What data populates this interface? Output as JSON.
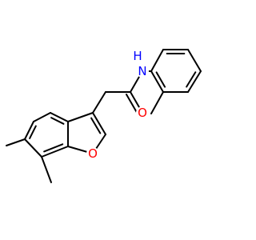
{
  "molecule": {
    "atoms": [
      {
        "id": "N1",
        "symbol": "N",
        "hydrogen": "H",
        "color": "#0000ff"
      },
      {
        "id": "O1",
        "symbol": "O",
        "color": "#ff0000"
      },
      {
        "id": "O2",
        "symbol": "O",
        "color": "#ff0000"
      }
    ],
    "bond_color": "#000000"
  }
}
